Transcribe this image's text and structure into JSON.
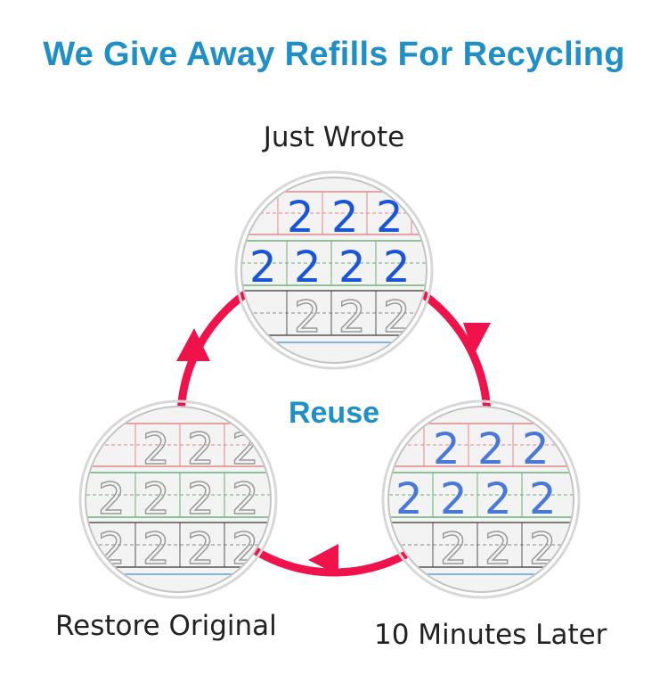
{
  "title": "We Give Away Refills For Recycling",
  "center_label": "Reuse",
  "stages": [
    {
      "label": "Just Wrote"
    },
    {
      "label": "10 Minutes Later"
    },
    {
      "label": "Restore Original"
    }
  ],
  "digit": "2",
  "colors": {
    "title": "#1e8fc7",
    "arrow": "#f0134b",
    "ink_blue": "#1a55d8",
    "ink_faded": "#9a9a9a",
    "guide_red": "#e08a8a",
    "guide_green": "#6fae7a",
    "guide_dark": "#555555",
    "guide_blue": "#7fb6e6"
  }
}
